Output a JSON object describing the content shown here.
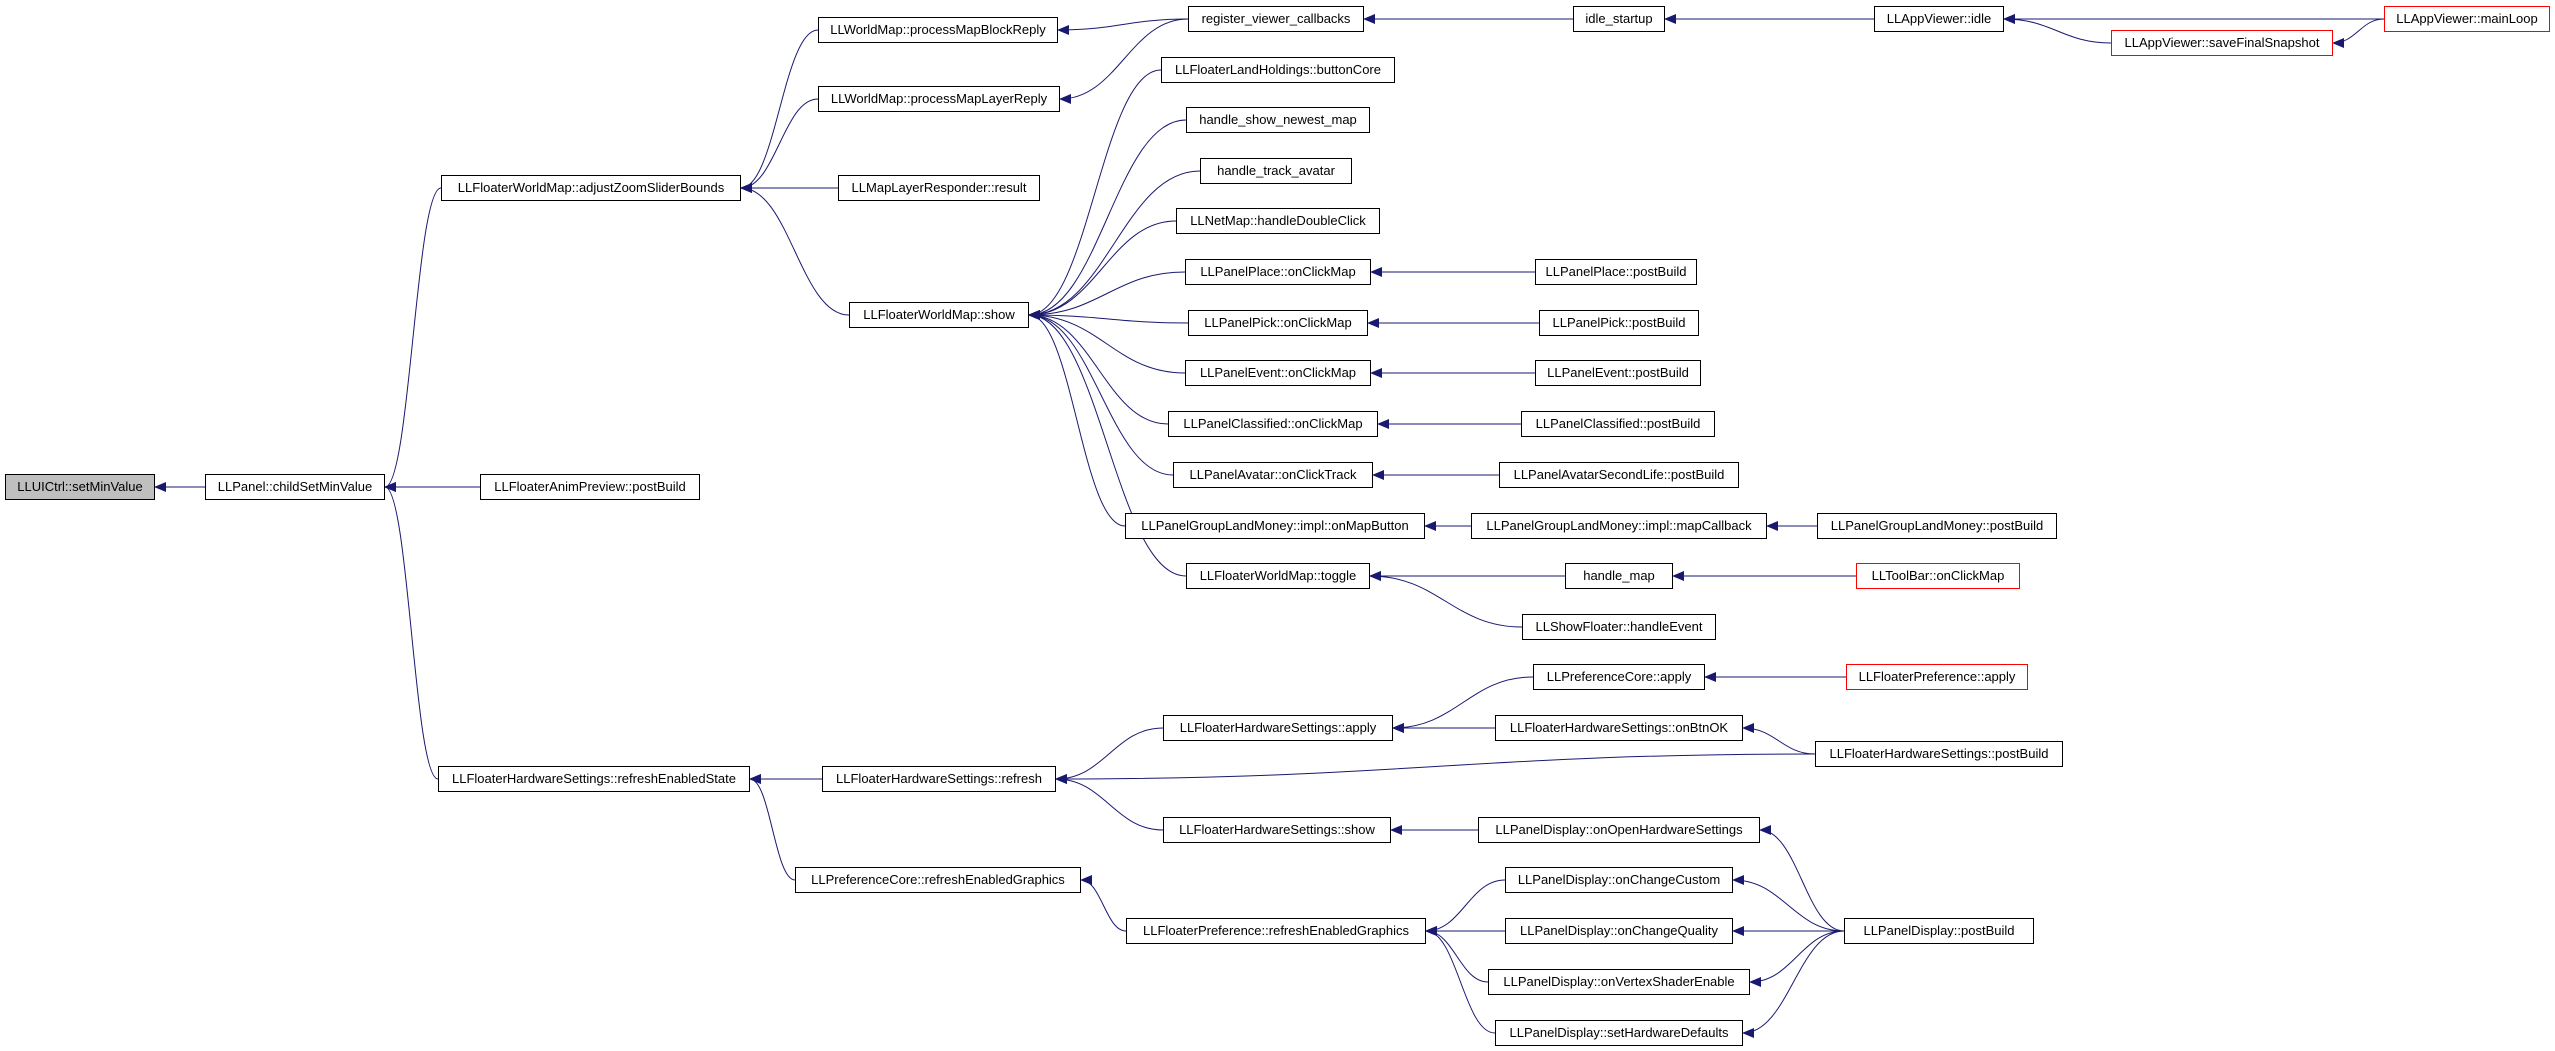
{
  "colors": {
    "edge": "#191970",
    "node_border": "#000000",
    "truncated_border": "#ff0000",
    "root_fill": "#bfbfbf"
  },
  "nodes": [
    {
      "id": "n0",
      "label": "LLUICtrl::setMinValue",
      "root": true,
      "truncated": false
    },
    {
      "id": "n1",
      "label": "LLPanel::childSetMinValue",
      "root": false,
      "truncated": false
    },
    {
      "id": "n2",
      "label": "LLFloaterWorldMap::adjustZoomSliderBounds",
      "root": false,
      "truncated": false
    },
    {
      "id": "n3",
      "label": "LLFloaterAnimPreview::postBuild",
      "root": false,
      "truncated": false
    },
    {
      "id": "n4",
      "label": "LLFloaterHardwareSettings::refreshEnabledState",
      "root": false,
      "truncated": false
    },
    {
      "id": "n5",
      "label": "LLWorldMap::processMapBlockReply",
      "root": false,
      "truncated": false
    },
    {
      "id": "n6",
      "label": "LLWorldMap::processMapLayerReply",
      "root": false,
      "truncated": false
    },
    {
      "id": "n7",
      "label": "LLMapLayerResponder::result",
      "root": false,
      "truncated": false
    },
    {
      "id": "n8",
      "label": "LLFloaterWorldMap::show",
      "root": false,
      "truncated": false
    },
    {
      "id": "n9",
      "label": "register_viewer_callbacks",
      "root": false,
      "truncated": false
    },
    {
      "id": "n10",
      "label": "idle_startup",
      "root": false,
      "truncated": false
    },
    {
      "id": "n11",
      "label": "LLAppViewer::idle",
      "root": false,
      "truncated": false
    },
    {
      "id": "n12",
      "label": "LLAppViewer::mainLoop",
      "root": false,
      "truncated": true
    },
    {
      "id": "n13",
      "label": "LLAppViewer::saveFinalSnapshot",
      "root": false,
      "truncated": true
    },
    {
      "id": "n14",
      "label": "LLFloaterLandHoldings::buttonCore",
      "root": false,
      "truncated": false
    },
    {
      "id": "n15",
      "label": "handle_show_newest_map",
      "root": false,
      "truncated": false
    },
    {
      "id": "n16",
      "label": "handle_track_avatar",
      "root": false,
      "truncated": false
    },
    {
      "id": "n17",
      "label": "LLNetMap::handleDoubleClick",
      "root": false,
      "truncated": false
    },
    {
      "id": "n18",
      "label": "LLPanelPlace::onClickMap",
      "root": false,
      "truncated": false
    },
    {
      "id": "n19",
      "label": "LLPanelPlace::postBuild",
      "root": false,
      "truncated": false
    },
    {
      "id": "n20",
      "label": "LLPanelPick::onClickMap",
      "root": false,
      "truncated": false
    },
    {
      "id": "n21",
      "label": "LLPanelPick::postBuild",
      "root": false,
      "truncated": false
    },
    {
      "id": "n22",
      "label": "LLPanelEvent::onClickMap",
      "root": false,
      "truncated": false
    },
    {
      "id": "n23",
      "label": "LLPanelEvent::postBuild",
      "root": false,
      "truncated": false
    },
    {
      "id": "n24",
      "label": "LLPanelClassified::onClickMap",
      "root": false,
      "truncated": false
    },
    {
      "id": "n25",
      "label": "LLPanelClassified::postBuild",
      "root": false,
      "truncated": false
    },
    {
      "id": "n26",
      "label": "LLPanelAvatar::onClickTrack",
      "root": false,
      "truncated": false
    },
    {
      "id": "n27",
      "label": "LLPanelAvatarSecondLife::postBuild",
      "root": false,
      "truncated": false
    },
    {
      "id": "n28",
      "label": "LLPanelGroupLandMoney::impl::onMapButton",
      "root": false,
      "truncated": false
    },
    {
      "id": "n29",
      "label": "LLPanelGroupLandMoney::impl::mapCallback",
      "root": false,
      "truncated": false
    },
    {
      "id": "n30",
      "label": "LLPanelGroupLandMoney::postBuild",
      "root": false,
      "truncated": false
    },
    {
      "id": "n31",
      "label": "LLFloaterWorldMap::toggle",
      "root": false,
      "truncated": false
    },
    {
      "id": "n32",
      "label": "handle_map",
      "root": false,
      "truncated": false
    },
    {
      "id": "n33",
      "label": "LLToolBar::onClickMap",
      "root": false,
      "truncated": true
    },
    {
      "id": "n34",
      "label": "LLShowFloater::handleEvent",
      "root": false,
      "truncated": false
    },
    {
      "id": "n35",
      "label": "LLPreferenceCore::apply",
      "root": false,
      "truncated": false
    },
    {
      "id": "n36",
      "label": "LLFloaterPreference::apply",
      "root": false,
      "truncated": true
    },
    {
      "id": "n37",
      "label": "LLFloaterHardwareSettings::apply",
      "root": false,
      "truncated": false
    },
    {
      "id": "n38",
      "label": "LLFloaterHardwareSettings::onBtnOK",
      "root": false,
      "truncated": false
    },
    {
      "id": "n39",
      "label": "LLFloaterHardwareSettings::refresh",
      "root": false,
      "truncated": false
    },
    {
      "id": "n40",
      "label": "LLFloaterHardwareSettings::postBuild",
      "root": false,
      "truncated": false
    },
    {
      "id": "n41",
      "label": "LLFloaterHardwareSettings::show",
      "root": false,
      "truncated": false
    },
    {
      "id": "n42",
      "label": "LLPanelDisplay::onOpenHardwareSettings",
      "root": false,
      "truncated": false
    },
    {
      "id": "n43",
      "label": "LLPreferenceCore::refreshEnabledGraphics",
      "root": false,
      "truncated": false
    },
    {
      "id": "n44",
      "label": "LLPanelDisplay::onChangeCustom",
      "root": false,
      "truncated": false
    },
    {
      "id": "n45",
      "label": "LLFloaterPreference::refreshEnabledGraphics",
      "root": false,
      "truncated": false
    },
    {
      "id": "n46",
      "label": "LLPanelDisplay::onChangeQuality",
      "root": false,
      "truncated": false
    },
    {
      "id": "n47",
      "label": "LLPanelDisplay::postBuild",
      "root": false,
      "truncated": false
    },
    {
      "id": "n48",
      "label": "LLPanelDisplay::onVertexShaderEnable",
      "root": false,
      "truncated": false
    },
    {
      "id": "n49",
      "label": "LLPanelDisplay::setHardwareDefaults",
      "root": false,
      "truncated": false
    }
  ],
  "edges": [
    {
      "from": "n1",
      "to": "n0"
    },
    {
      "from": "n2",
      "to": "n1"
    },
    {
      "from": "n3",
      "to": "n1"
    },
    {
      "from": "n4",
      "to": "n1"
    },
    {
      "from": "n5",
      "to": "n2"
    },
    {
      "from": "n6",
      "to": "n2"
    },
    {
      "from": "n7",
      "to": "n2"
    },
    {
      "from": "n8",
      "to": "n2"
    },
    {
      "from": "n9",
      "to": "n5"
    },
    {
      "from": "n9",
      "to": "n6"
    },
    {
      "from": "n10",
      "to": "n9"
    },
    {
      "from": "n11",
      "to": "n10"
    },
    {
      "from": "n12",
      "to": "n11"
    },
    {
      "from": "n13",
      "to": "n11"
    },
    {
      "from": "n12",
      "to": "n13"
    },
    {
      "from": "n14",
      "to": "n8"
    },
    {
      "from": "n15",
      "to": "n8"
    },
    {
      "from": "n16",
      "to": "n8"
    },
    {
      "from": "n17",
      "to": "n8"
    },
    {
      "from": "n18",
      "to": "n8"
    },
    {
      "from": "n20",
      "to": "n8"
    },
    {
      "from": "n22",
      "to": "n8"
    },
    {
      "from": "n24",
      "to": "n8"
    },
    {
      "from": "n26",
      "to": "n8"
    },
    {
      "from": "n28",
      "to": "n8"
    },
    {
      "from": "n31",
      "to": "n8"
    },
    {
      "from": "n19",
      "to": "n18"
    },
    {
      "from": "n21",
      "to": "n20"
    },
    {
      "from": "n23",
      "to": "n22"
    },
    {
      "from": "n25",
      "to": "n24"
    },
    {
      "from": "n27",
      "to": "n26"
    },
    {
      "from": "n29",
      "to": "n28"
    },
    {
      "from": "n30",
      "to": "n29"
    },
    {
      "from": "n32",
      "to": "n31"
    },
    {
      "from": "n34",
      "to": "n31"
    },
    {
      "from": "n33",
      "to": "n32"
    },
    {
      "from": "n39",
      "to": "n4"
    },
    {
      "from": "n43",
      "to": "n4"
    },
    {
      "from": "n37",
      "to": "n39"
    },
    {
      "from": "n40",
      "to": "n39"
    },
    {
      "from": "n41",
      "to": "n39"
    },
    {
      "from": "n35",
      "to": "n37"
    },
    {
      "from": "n38",
      "to": "n37"
    },
    {
      "from": "n36",
      "to": "n35"
    },
    {
      "from": "n40",
      "to": "n38"
    },
    {
      "from": "n42",
      "to": "n41"
    },
    {
      "from": "n47",
      "to": "n42"
    },
    {
      "from": "n45",
      "to": "n43"
    },
    {
      "from": "n44",
      "to": "n45"
    },
    {
      "from": "n46",
      "to": "n45"
    },
    {
      "from": "n48",
      "to": "n45"
    },
    {
      "from": "n49",
      "to": "n45"
    },
    {
      "from": "n47",
      "to": "n44"
    },
    {
      "from": "n47",
      "to": "n46"
    },
    {
      "from": "n47",
      "to": "n48"
    },
    {
      "from": "n47",
      "to": "n49"
    }
  ]
}
